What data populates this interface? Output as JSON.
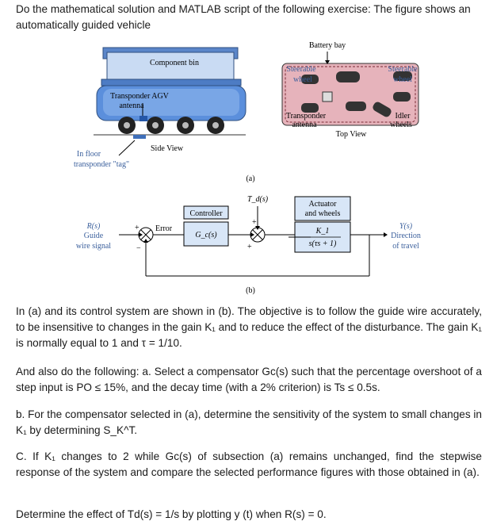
{
  "intro": "Do the mathematical solution and MATLAB script of the following exercise: The figure shows an automatically guided vehicle",
  "figure_a": {
    "component_bin": "Component bin",
    "transponder_agv_1": "Transponder AGV",
    "transponder_agv_2": "antenna",
    "in_floor_1": "In floor",
    "in_floor_2": "transponder \"tag\"",
    "side_view": "Side View",
    "battery_bay": "Battery bay",
    "steerable_left_1": "Steerable",
    "steerable_left_2": "wheel",
    "steerable_right_1": "Steerable",
    "steerable_right_2": "wheel",
    "transponder_1": "Transponder",
    "transponder_2": "antenna",
    "idler_1": "Idler",
    "idler_2": "wheels",
    "top_view": "Top View",
    "caption": "(a)"
  },
  "figure_b": {
    "td": "T_d(s)",
    "controller": "Controller",
    "gc": "G_c(s)",
    "actuator_1": "Actuator",
    "actuator_2": "and wheels",
    "k1": "K_1",
    "den": "s(τs + 1)",
    "error": "Error",
    "r_1": "R(s)",
    "r_2": "Guide",
    "r_3": "wire signal",
    "y_1": "Y(s)",
    "y_2": "Direction",
    "y_3": "of travel",
    "plus": "+",
    "minus": "−",
    "caption": "(b)"
  },
  "para1": "In (a) and its control system are shown in (b). The objective is to follow the guide wire accurately, to be insensitive to changes in the gain K₁ and to reduce the effect of the disturbance. The gain K₁ is normally equal to 1 and τ = 1/10.",
  "para2": "And also do the following: a. Select a compensator Gc(s) such that the percentage overshoot of a step input is PO ≤ 15%, and the decay time (with a 2% criterion) is Ts ≤ 0.5s.",
  "para3": "b. For the compensator selected in (a), determine the sensitivity of the system to small changes in K₁ by determining S_K^T.",
  "para4": "C. If K₁ changes to 2 while Gc(s) of subsection (a) remains unchanged, find the stepwise response of the system and compare the selected performance figures with those obtained in (a).",
  "para5": "Determine the effect of Td(s) = 1/s by plotting y (t) when R(s) = 0."
}
